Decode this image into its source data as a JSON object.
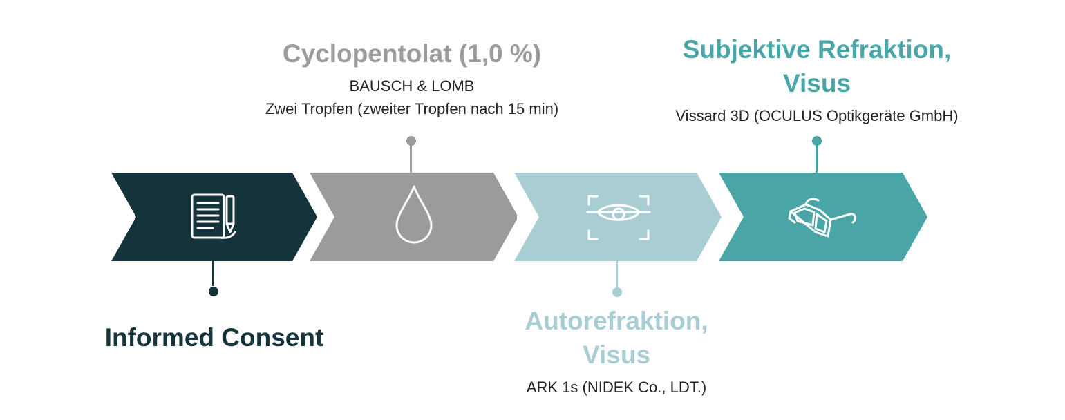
{
  "colors": {
    "step1": "#15333a",
    "step2": "#9b9b9b",
    "step3": "#a8ced3",
    "step4": "#4aa6a6",
    "text": "#222222"
  },
  "steps": [
    {
      "icon": "document-pen-icon",
      "title": [
        "Informed Consent"
      ],
      "details": []
    },
    {
      "icon": "drop-icon",
      "title": [
        "Cyclopentolat (1,0 %)"
      ],
      "details": [
        "BAUSCH & LOMB",
        "Zwei Tropfen (zweiter Tropfen nach 15 min)"
      ]
    },
    {
      "icon": "eye-scan-icon",
      "title": [
        "Autorefraktion,",
        "Visus"
      ],
      "details": [
        "ARK 1s (NIDEK Co., LDT.)"
      ]
    },
    {
      "icon": "3d-glasses-icon",
      "title": [
        "Subjektive Refraktion,",
        "Visus"
      ],
      "details": [
        "Vissard 3D (OCULUS Optikgeräte GmbH)"
      ]
    }
  ]
}
